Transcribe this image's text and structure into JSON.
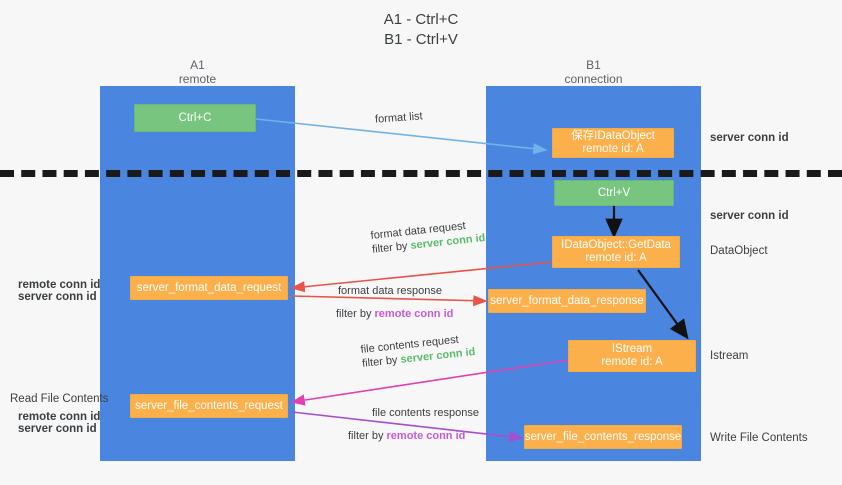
{
  "title": {
    "line1": "A1 - Ctrl+C",
    "line2": "B1 - Ctrl+V"
  },
  "lanes": [
    {
      "name": "A1",
      "sub": "remote"
    },
    {
      "name": "B1",
      "sub": "connection"
    }
  ],
  "boxes": {
    "ctrl_c": "Ctrl+C",
    "ctrl_v": "Ctrl+V",
    "save_dataobject_l1": "保存IDataObject",
    "save_dataobject_l2": "remote id: A",
    "getdata_l1": "IDataObject::GetData",
    "getdata_l2": "remote id: A",
    "istream_l1": "IStream",
    "istream_l2": "remote id: A",
    "server_format_data_request": "server_format_data_request",
    "server_format_data_response": "server_format_data_response",
    "server_file_contents_request": "server_file_contents_request",
    "server_file_contents_response": "server_file_contents_response"
  },
  "edge_labels": {
    "format_list": "format list",
    "format_data_request": "format data request",
    "format_data_request_filter_prefix": "filter by ",
    "format_data_request_filter_key": "server conn id",
    "format_data_response": "format data response",
    "format_data_response_filter_prefix": "filter by ",
    "format_data_response_filter_key": "remote conn id",
    "file_contents_request": "file contents request",
    "file_contents_request_filter_prefix": "filter by ",
    "file_contents_request_filter_key": "server conn id",
    "file_contents_response": "file contents response",
    "file_contents_response_filter_prefix": "filter by ",
    "file_contents_response_filter_key": "remote conn id"
  },
  "side_labels": {
    "server_conn_id_top": "server conn id",
    "server_conn_id_mid": "server conn id",
    "dataobject": "DataObject",
    "istream": "Istream",
    "write_file_contents": "Write File Contents"
  },
  "left_labels": {
    "read_file_contents": "Read File Contents",
    "remote_conn_id_1": "remote conn id",
    "server_conn_id_1": "server conn id",
    "remote_conn_id_2": "remote conn id",
    "server_conn_id_2": "server conn id"
  },
  "colors": {
    "lane": "#4a86e0",
    "green_box": "#78c57f",
    "orange_box": "#fbb04c",
    "server_conn_id": "#5cbb6a",
    "remote_conn_id": "#c45bd6",
    "background": "#f7f7f7",
    "divider": "#1a1a1a",
    "arrow_format_list": "#6fb3e8",
    "arrow_red": "#e8534a",
    "arrow_pink": "#e040b0",
    "arrow_purple": "#a64ed0",
    "arrow_black": "#111111"
  }
}
